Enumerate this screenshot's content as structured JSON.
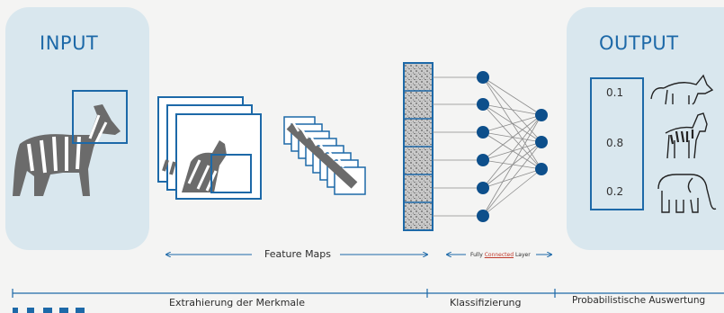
{
  "input": {
    "title": "INPUT"
  },
  "output": {
    "title": "OUTPUT",
    "probabilities": [
      "0.1",
      "0.8",
      "0.2"
    ],
    "animals": [
      "fox-icon",
      "zebra-icon",
      "elephant-icon"
    ]
  },
  "labels": {
    "feature_maps": "Feature Maps",
    "fully_connected_prefix": "Fully ",
    "fully_connected_mid": "Connected",
    "fully_connected_suffix": " Layer",
    "extraction": "Extrahierung der Merkmale",
    "classification": "Klassifizierung",
    "probabilistic": "Probabilistische Auswertung"
  },
  "colors": {
    "accent": "#1d69a8",
    "node": "#0d4f8b",
    "panel": "#d9e7ee",
    "zebra": "#6b6b6b",
    "highlight": "#c0392b"
  }
}
